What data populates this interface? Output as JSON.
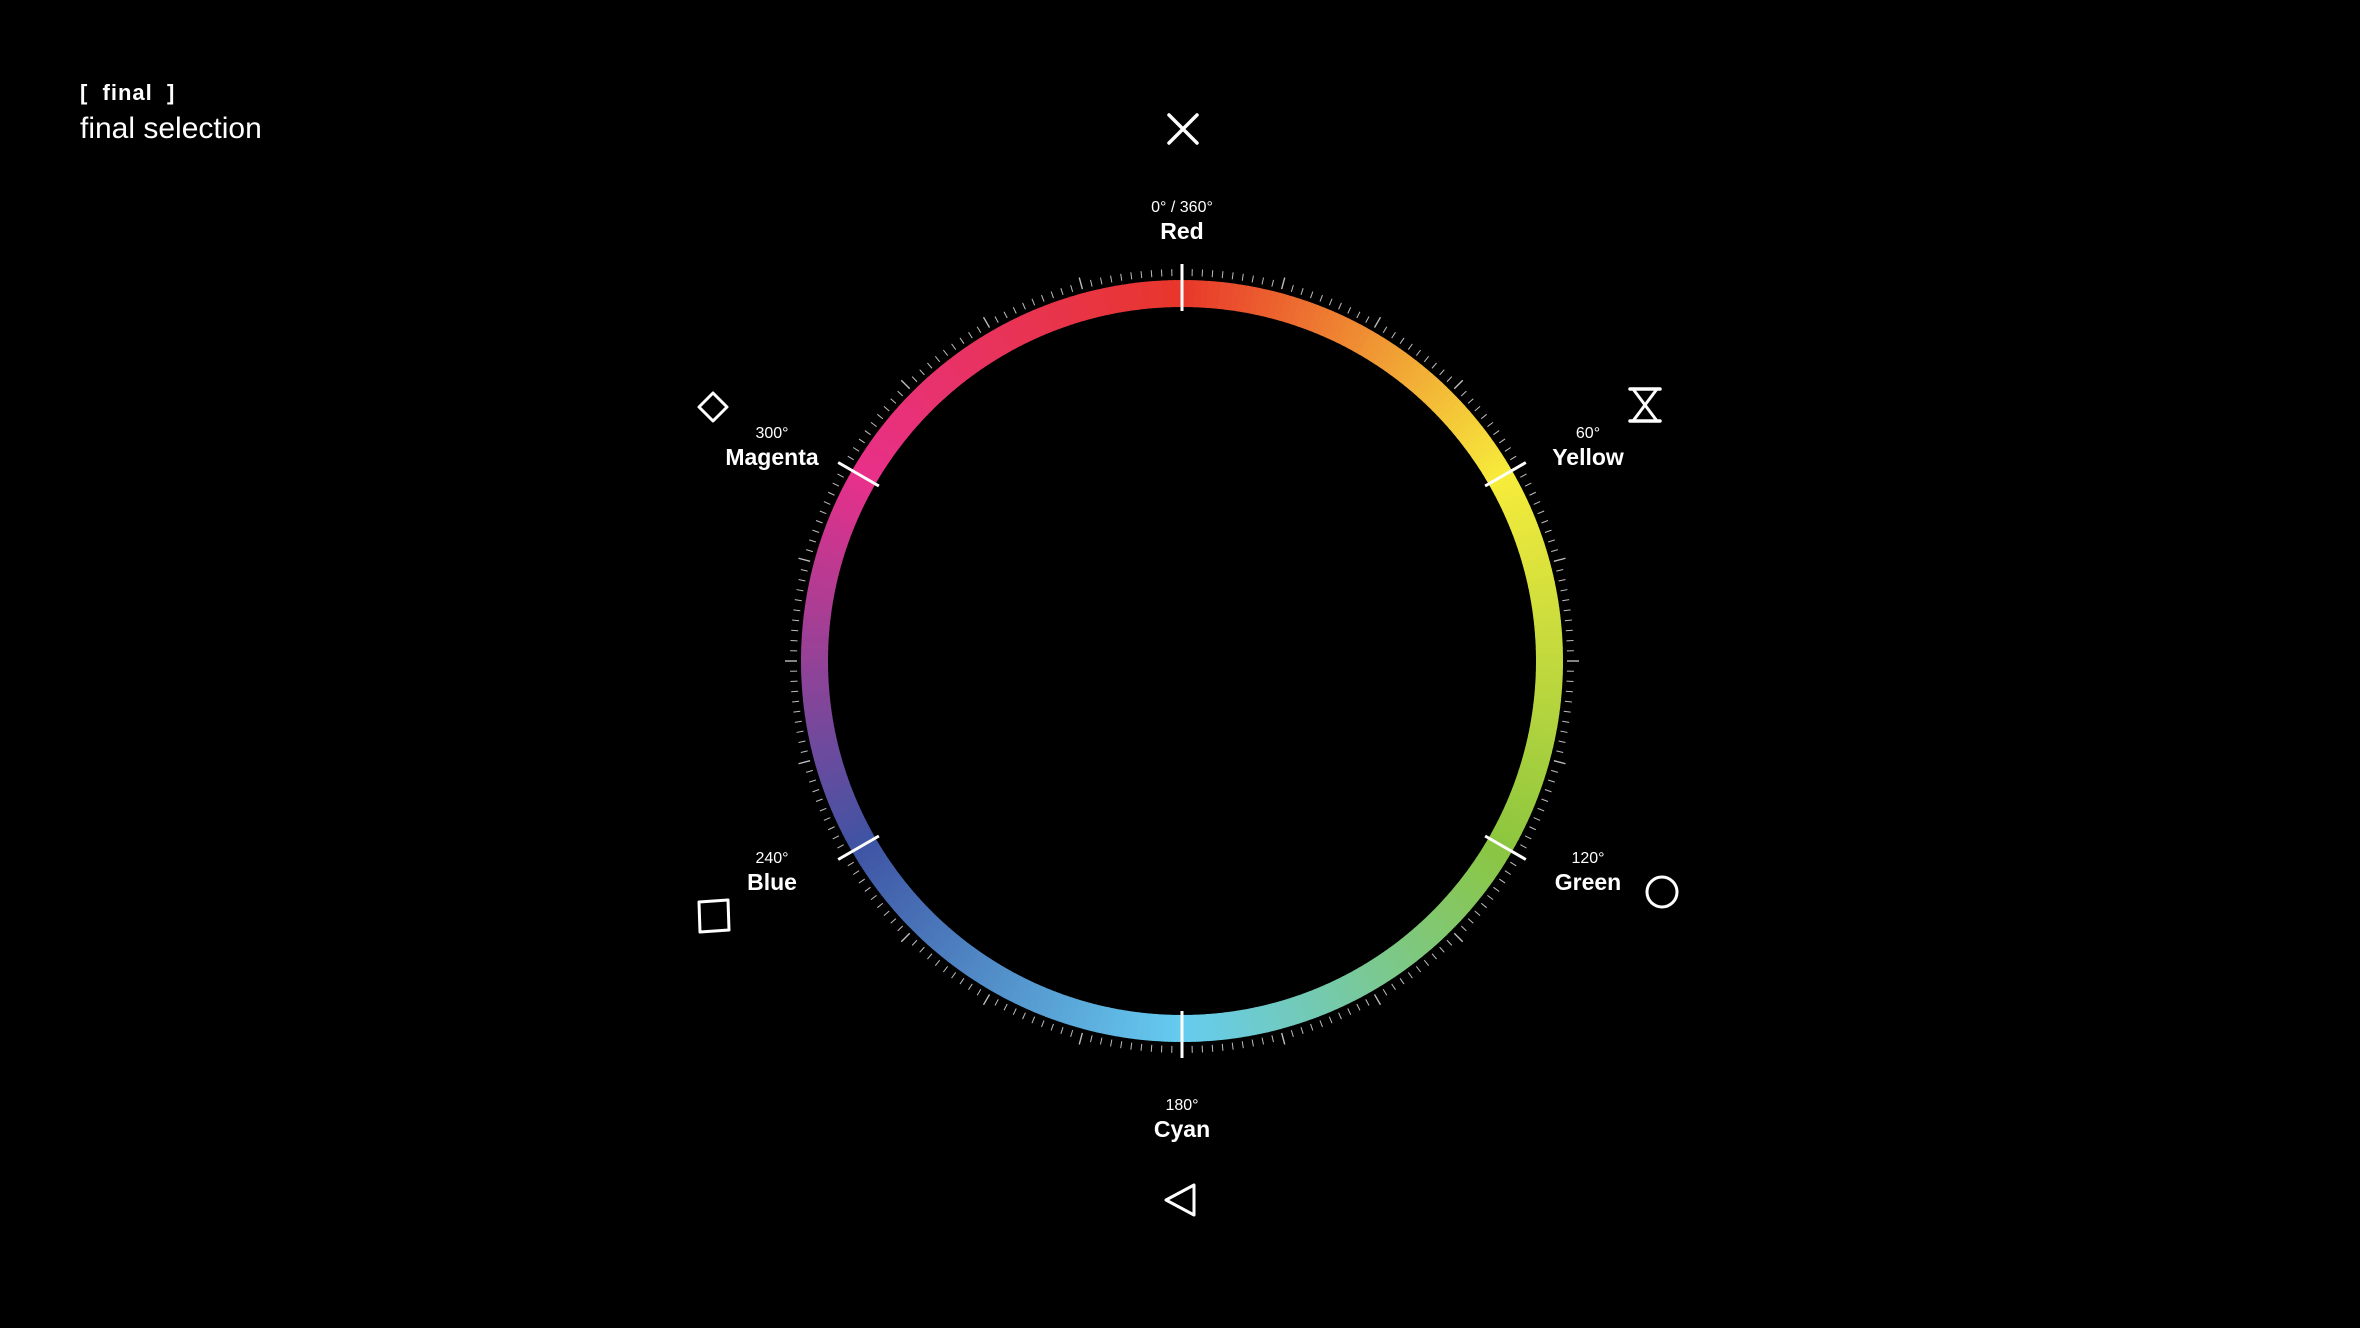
{
  "header": {
    "tag": "[  final  ]",
    "title": "final selection"
  },
  "wheel": {
    "segments": [
      {
        "hue": 0,
        "degree_label": "0° / 360°",
        "name": "Red",
        "color": "#e8362b"
      },
      {
        "hue": 60,
        "degree_label": "60°",
        "name": "Yellow",
        "color": "#f7ec3b"
      },
      {
        "hue": 120,
        "degree_label": "120°",
        "name": "Green",
        "color": "#8cc63f"
      },
      {
        "hue": 180,
        "degree_label": "180°",
        "name": "Cyan",
        "color": "#66ccf0"
      },
      {
        "hue": 240,
        "degree_label": "240°",
        "name": "Blue",
        "color": "#3f54a4"
      },
      {
        "hue": 300,
        "degree_label": "300°",
        "name": "Magenta",
        "color": "#e8308a"
      }
    ]
  },
  "buttons": {
    "cross": "cross-icon",
    "triangle": "triangle-icon",
    "circle": "circle-icon",
    "square": "square-icon",
    "diamond": "diamond-icon",
    "hourglass": "hourglass-icon"
  }
}
